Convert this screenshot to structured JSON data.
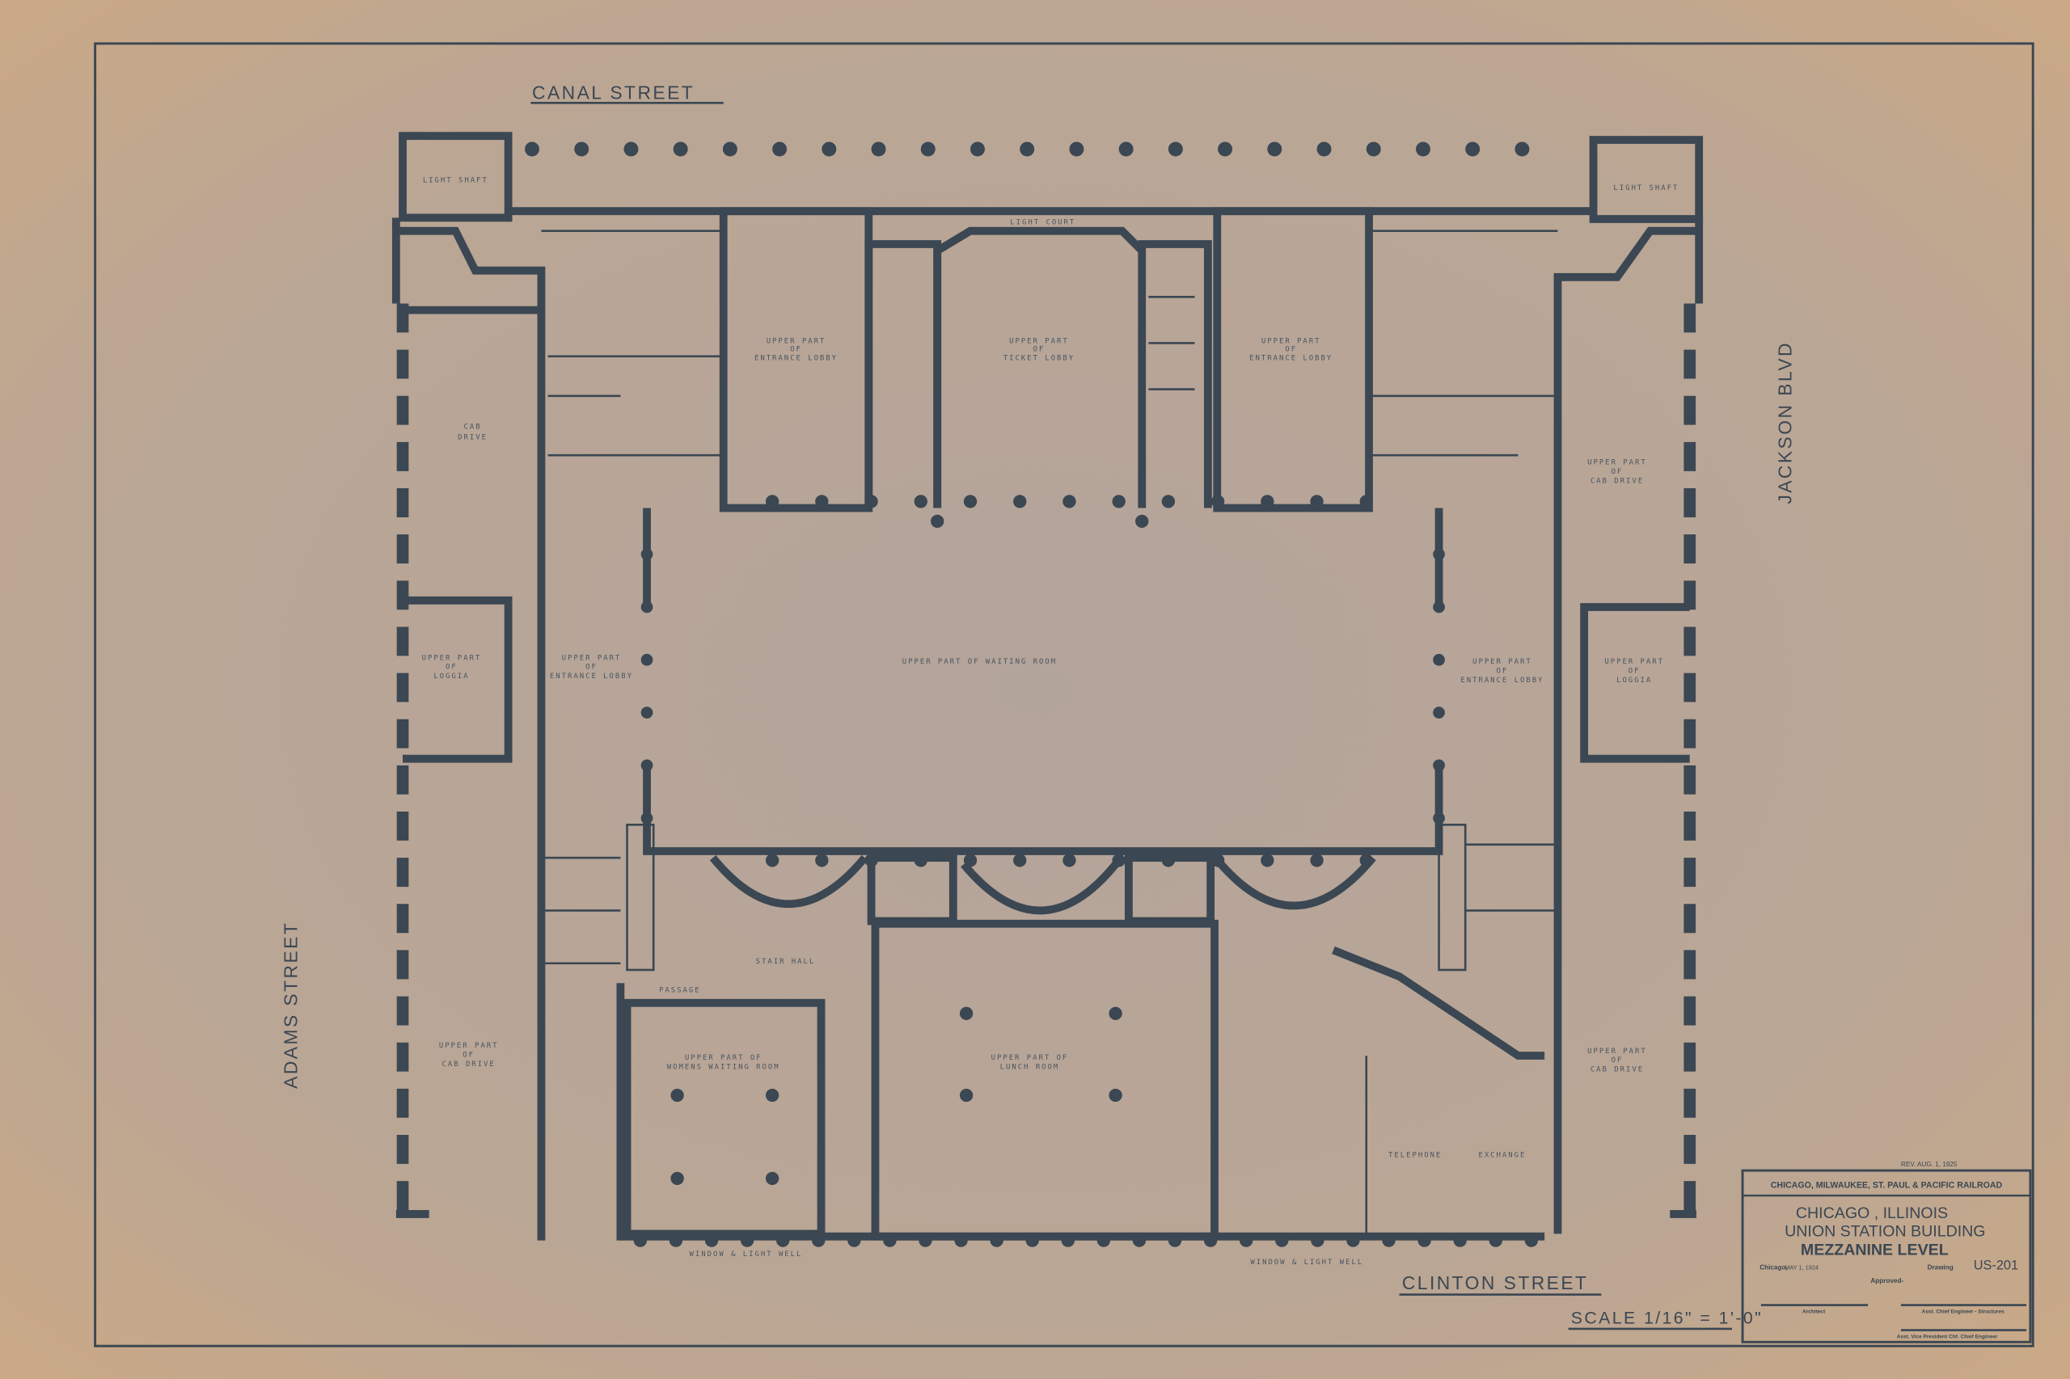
{
  "streets": {
    "north": "CANAL STREET",
    "south": "CLINTON STREET",
    "west": "ADAMS STREET",
    "east": "JACKSON BLVD"
  },
  "scale": "SCALE 1/16\" = 1'-0\"",
  "rooms": {
    "ticket_lobby": [
      "UPPER PART",
      "OF",
      "TICKET LOBBY"
    ],
    "entrance_lobby_nw": [
      "UPPER PART",
      "OF",
      "ENTRANCE LOBBY"
    ],
    "entrance_lobby_ne": [
      "UPPER PART",
      "OF",
      "ENTRANCE LOBBY"
    ],
    "waiting_room": "UPPER PART OF WAITING ROOM",
    "cab_drive_nw": [
      "CAB",
      "DRIVE"
    ],
    "cab_drive_ne": [
      "UPPER PART",
      "OF",
      "CAB DRIVE"
    ],
    "cab_drive_sw": [
      "UPPER PART",
      "OF",
      "CAB DRIVE"
    ],
    "cab_drive_se": [
      "UPPER PART",
      "OF",
      "CAB DRIVE"
    ],
    "loggia_w": [
      "UPPER PART",
      "OF",
      "LOGGIA"
    ],
    "loggia_e": [
      "UPPER PART",
      "OF",
      "LOGGIA"
    ],
    "entrance_lobby_w": [
      "UPPER PART",
      "OF",
      "ENTRANCE LOBBY"
    ],
    "entrance_lobby_e": [
      "UPPER PART",
      "OF",
      "ENTRANCE LOBBY"
    ],
    "womens_waiting": [
      "UPPER PART OF",
      "WOMENS WAITING ROOM"
    ],
    "lunch_room": [
      "UPPER PART OF",
      "LUNCH ROOM"
    ],
    "telephone": "TELEPHONE",
    "exchange": "EXCHANGE",
    "light_well_w": "WINDOW & LIGHT WELL",
    "light_well_e": "WINDOW & LIGHT WELL",
    "light_court": "LIGHT COURT",
    "passage": "PASSAGE",
    "stair_hall": "STAIR HALL",
    "light_shaft_nw": "LIGHT SHAFT",
    "light_shaft_ne": "LIGHT SHAFT"
  },
  "title_block": {
    "revision": "REV. AUG. 1, 1925",
    "railroad": "CHICAGO, MILWAUKEE, ST. PAUL & PACIFIC RAILROAD",
    "line1": "CHICAGO , ILLINOIS",
    "line2": "UNION STATION BUILDING",
    "line3": "MEZZANINE LEVEL",
    "place_label": "Chicago,",
    "date": "MAY 1, 1924",
    "drawing_label": "Drawing",
    "drawing_number": "US-201",
    "approved_label": "Approved-",
    "sig1": "Architect",
    "sig2": "Asst. Chief Engineer - Structures",
    "sig3": "Asst. Vice President Chf. Chief Engineer"
  },
  "colors": {
    "paper": "#c4a98d",
    "ink": "#3b4752"
  }
}
